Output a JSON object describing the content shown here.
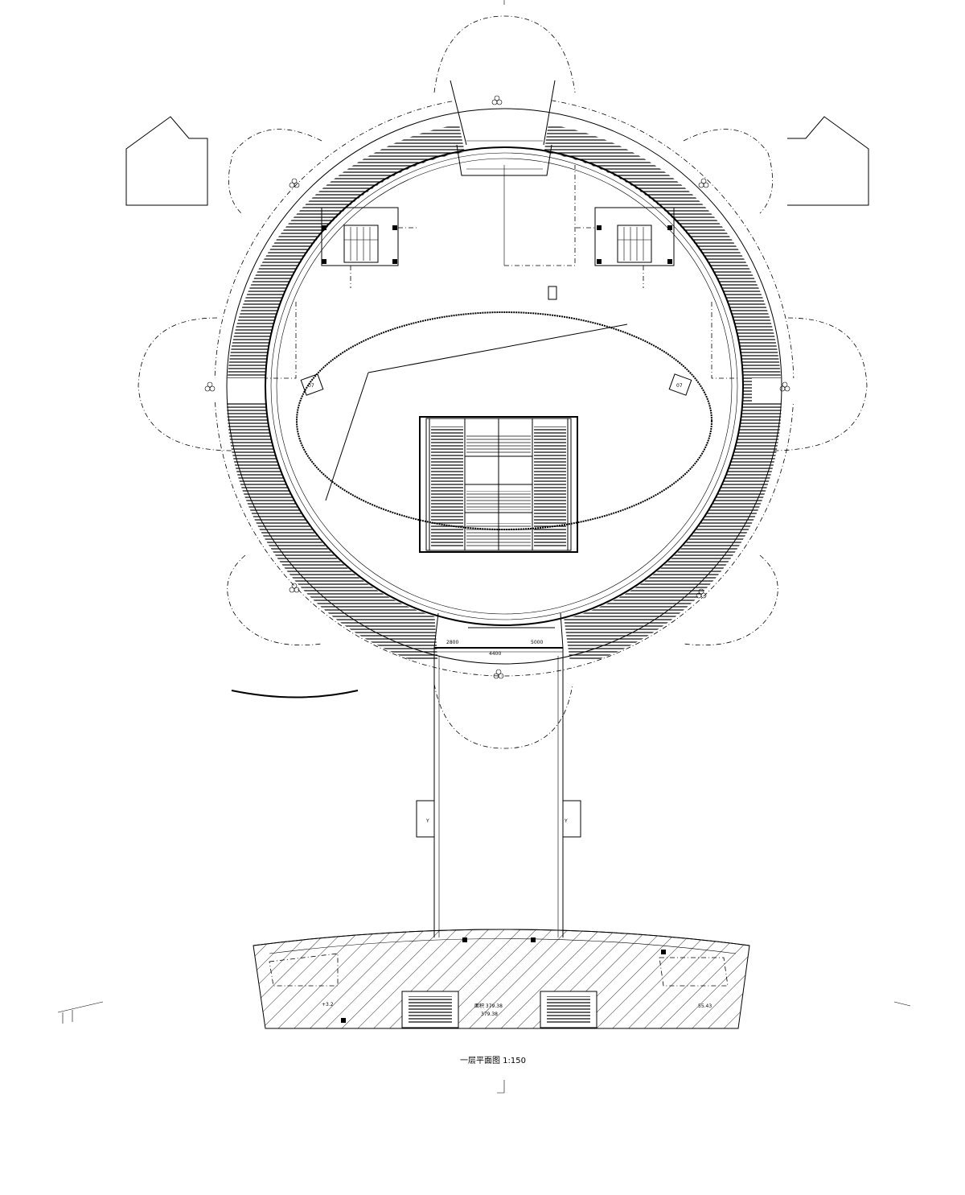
{
  "drawing": {
    "title": "一层平面图 1:150"
  },
  "labels": {
    "left_stair_tag": "07",
    "right_stair_tag": "07",
    "bridge_tag_left": "2800",
    "bridge_tag_right": "5000",
    "bridge_tag_mid": "4400",
    "area_center_1": "面积 379.38",
    "area_center_2": "379.38",
    "area_right": "55.43",
    "area_left": "+3.2"
  }
}
